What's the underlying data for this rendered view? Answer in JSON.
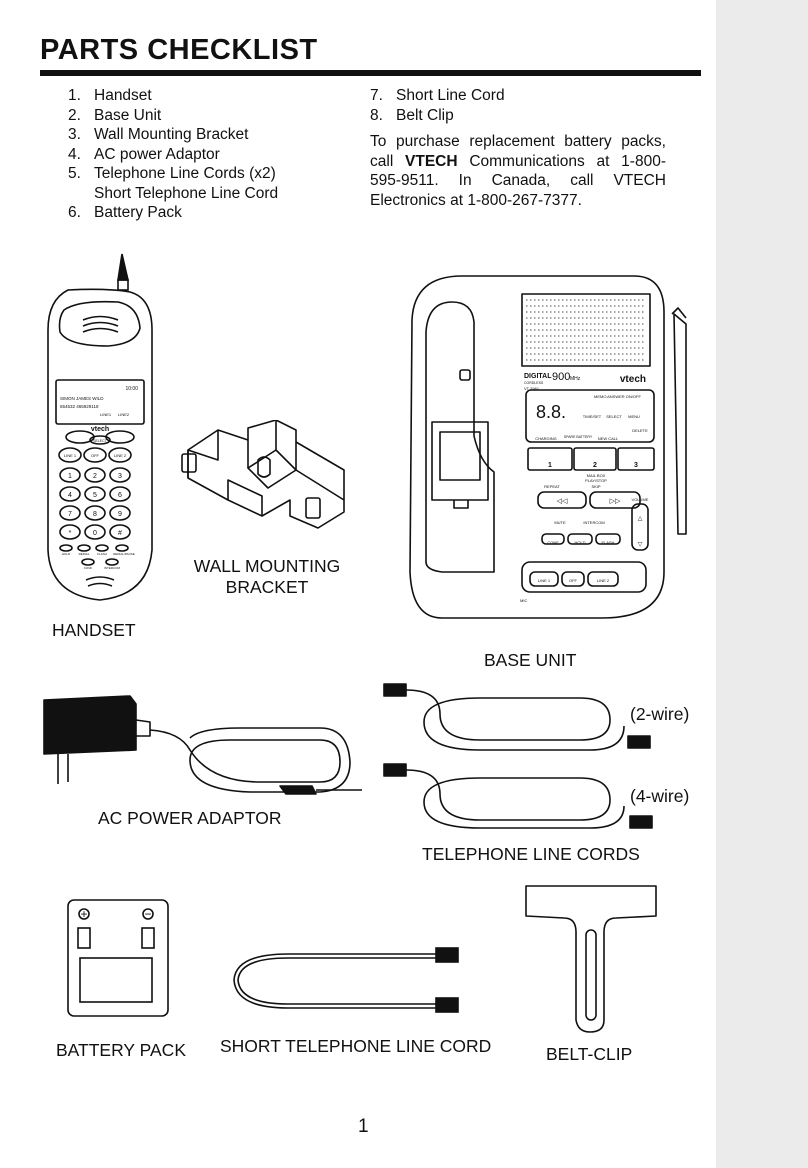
{
  "heading": "PARTS CHECKLIST",
  "parts_left": [
    {
      "num": "1.",
      "text": "Handset"
    },
    {
      "num": "2.",
      "text": "Base Unit"
    },
    {
      "num": "3.",
      "text": "Wall Mounting Bracket"
    },
    {
      "num": "4.",
      "text": "AC power Adaptor"
    },
    {
      "num": "5.",
      "text": "Telephone Line Cords (x2)"
    },
    {
      "num": "",
      "text": "Short Telephone Line Cord"
    },
    {
      "num": "6.",
      "text": "Battery Pack"
    }
  ],
  "parts_right": [
    {
      "num": "7.",
      "text": "Short Line Cord"
    },
    {
      "num": "8.",
      "text": "Belt Clip"
    }
  ],
  "purchase_note": {
    "prefix": "To purchase replacement battery packs, call ",
    "brand": "VTECH",
    "suffix": " Communications at 1-800-595-9511. In Canada, call VTECH Electronics at 1-800-267-7377."
  },
  "labels": {
    "handset": "HANDSET",
    "wall_bracket": "WALL MOUNTING BRACKET",
    "base_unit": "BASE UNIT",
    "ac_adaptor": "AC POWER ADAPTOR",
    "two_wire": "(2-wire)",
    "four_wire": "(4-wire)",
    "line_cords": "TELEPHONE LINE CORDS",
    "battery_pack": "BATTERY PACK",
    "short_cord": "SHORT TELEPHONE LINE CORD",
    "belt_clip": "BELT-CLIP"
  },
  "handset_screen": {
    "time": "10:00",
    "name": "SIMON JAMES WILD",
    "number": "654532 465929118",
    "line1": "LINE1",
    "line2": "LINE2"
  },
  "handset_keys": {
    "brand": "vtech",
    "select": "SELECT",
    "line1": "LINE 1",
    "off": "OFF",
    "line2": "LINE 2",
    "digits": [
      "1",
      "2",
      "3",
      "4",
      "5",
      "6",
      "7",
      "8",
      "9",
      "*",
      "0",
      "#"
    ],
    "bottom_row": [
      "HOLD",
      "REDIAL",
      "FLASH",
      "REDIAL/PAUSE"
    ],
    "bottom_row2": [
      "CONF",
      "INTERCOM"
    ]
  },
  "base_panel": {
    "digital": "DIGITAL",
    "cordless": "CORDLESS",
    "freq": "900",
    "mhz": "MHz",
    "brand": "vtech",
    "model": "VT 2961",
    "memo": "MEMO",
    "answer": "ANSWER ON/OFF",
    "display": "8.8.",
    "time_set": "TIME/SET",
    "select": "SELECT",
    "menu": "MENU",
    "delete": "DELETE",
    "charging": "CHARGING",
    "spare_battery": "SPARE BATTERY",
    "new_call": "NEW CALL",
    "mailboxes": [
      "1",
      "2",
      "3"
    ],
    "mail_box": "MAIL BOX",
    "play_stop": "PLAY/STOP",
    "repeat": "REPEAT",
    "skip": "SKIP",
    "volume": "VOLUME",
    "mute": "MUTE",
    "intercom": "INTERCOM",
    "conf": "CONF",
    "hold": "HOLD",
    "flash": "FLASH",
    "line1": "LINE 1",
    "off": "OFF",
    "line2": "LINE 2",
    "mic": "MIC"
  },
  "page_number": "1"
}
